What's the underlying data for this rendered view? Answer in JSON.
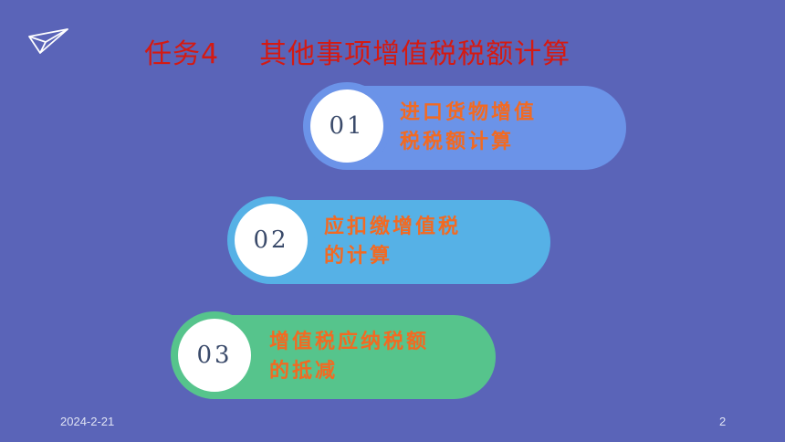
{
  "title": {
    "task": "任务4",
    "subject": "其他事项增值税税额计算"
  },
  "items": [
    {
      "number": "01",
      "line1": "进口货物增值",
      "line2": "税税额计算"
    },
    {
      "number": "02",
      "line1": "应扣缴增值税",
      "line2": "的计算"
    },
    {
      "number": "03",
      "line1": "增值税应纳税额",
      "line2": "的抵减"
    }
  ],
  "footer": {
    "date": "2024-2-21",
    "page": "2"
  },
  "colors": {
    "background": "#5a64b8",
    "title": "#d41a12",
    "label": "#f26a22",
    "pill1": "#6b93e8",
    "pill2": "#56b1e6",
    "pill3": "#56c48c"
  },
  "icons": {
    "decoration": "paper-plane-icon"
  }
}
